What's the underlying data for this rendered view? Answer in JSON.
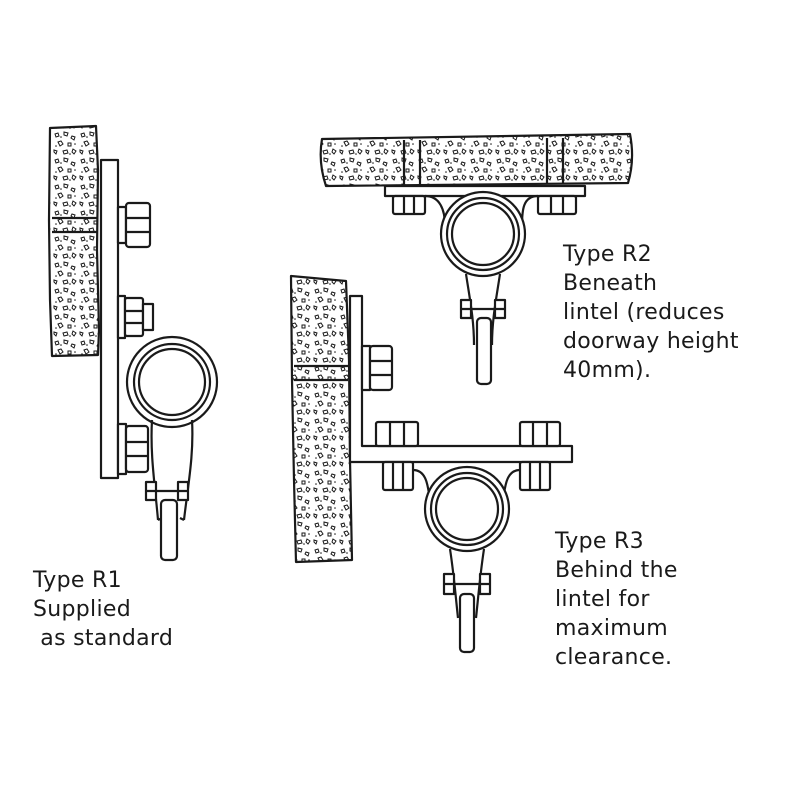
{
  "colors": {
    "ink": "#1a1a1a",
    "paper": "#ffffff",
    "concrete_fill": "#ffffff"
  },
  "captions": {
    "r1": {
      "lines": [
        "Type R1",
        "Supplied",
        " as standard"
      ]
    },
    "r2": {
      "lines": [
        "Type R2",
        "Beneath",
        "lintel (reduces",
        "doorway height",
        "40mm)."
      ]
    },
    "r3": {
      "lines": [
        "Type R3",
        "Behind the",
        "lintel for",
        "maximum",
        "clearance."
      ]
    }
  }
}
